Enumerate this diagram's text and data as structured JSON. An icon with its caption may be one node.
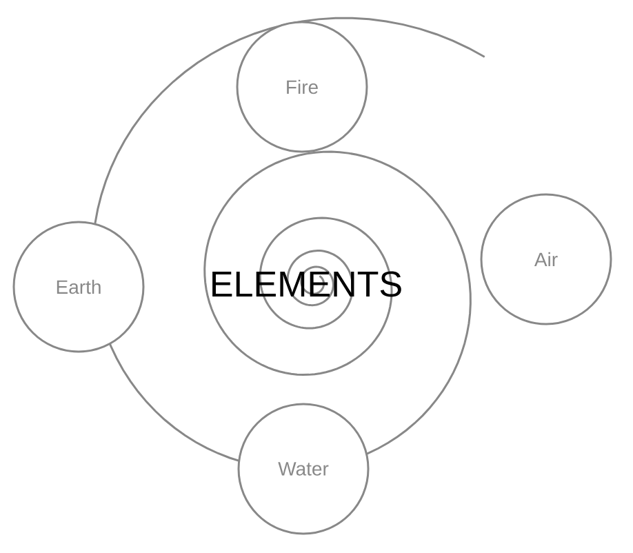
{
  "diagram": {
    "nodes": [
      {
        "text": [
          "Fire"
        ]
      },
      {
        "text": [
          "Earth"
        ]
      },
      {
        "text": [
          "Air"
        ]
      },
      {
        "text": [
          "Water"
        ]
      }
    ],
    "labels": [
      "ELEMENTS"
    ]
  }
}
